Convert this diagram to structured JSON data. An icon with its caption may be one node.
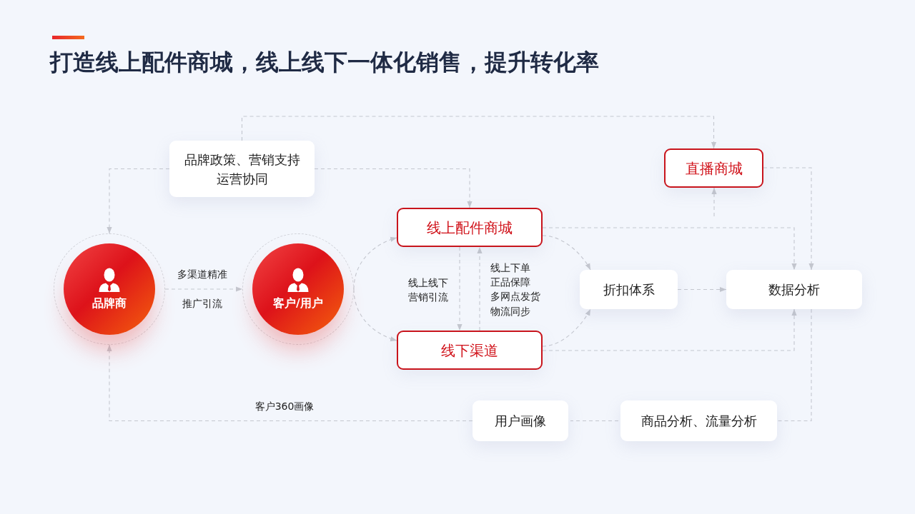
{
  "diagram": {
    "title": "打造线上配件商城，**线上线下一体化销售，提升转化率**",
    "nodes": [
      {
        "text": [
          "品牌政策、营销支持运营协同"
        ]
      },
      {
        "text": [
          "直播商城"
        ]
      },
      {
        "text": [
          "线上配件商城"
        ]
      },
      {
        "text": [
          "品牌商"
        ]
      },
      {
        "text": [
          "客户/用户"
        ]
      },
      {
        "text": [
          "折扣体系"
        ]
      },
      {
        "text": [
          "数据分析"
        ]
      },
      {
        "text": [
          "线下渠道"
        ]
      },
      {
        "text": [
          "用户画像"
        ]
      },
      {
        "text": [
          "商品分析、流量分析"
        ]
      }
    ],
    "edges": [
      {
        "from": 0,
        "to": 1,
        "arrow": "to"
      },
      {
        "from": 0,
        "to": 3,
        "arrow": "to"
      },
      {
        "from": 0,
        "to": 2,
        "arrow": "to"
      },
      {
        "from": 3,
        "to": 4,
        "arrow": "to",
        "label": "多渠道精准推广引流"
      },
      {
        "from": 4,
        "to": 2,
        "arrow": "to"
      },
      {
        "from": 4,
        "to": 7,
        "arrow": "to"
      },
      {
        "from": 2,
        "to": 7,
        "arrow": "to",
        "label": "线上线下营销引流"
      },
      {
        "from": 7,
        "to": 2,
        "arrow": "to"
      },
      {
        "from": 2,
        "to": 5,
        "arrow": "to"
      },
      {
        "from": 7,
        "to": 5,
        "arrow": "to"
      },
      {
        "from": 5,
        "to": 6,
        "arrow": "to"
      },
      {
        "from": 2,
        "to": 6,
        "arrow": "to"
      },
      {
        "from": 1,
        "to": 6,
        "arrow": "to"
      },
      {
        "from": 7,
        "to": 6,
        "arrow": "to"
      },
      {
        "from": null,
        "to": 1,
        "arrow": "to"
      },
      {
        "from": 6,
        "to": 9,
        "arrow": "none"
      },
      {
        "from": 9,
        "to": 8,
        "arrow": "none"
      },
      {
        "from": 8,
        "to": 3,
        "arrow": "to",
        "label": "客户360画像"
      }
    ],
    "labels": [
      "线上下单",
      "正品保障",
      "多网点发货",
      "物流同步"
    ]
  }
}
